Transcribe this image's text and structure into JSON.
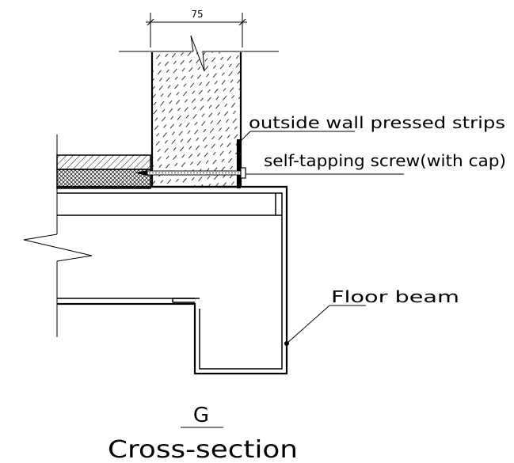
{
  "drawing": {
    "dimension": "75",
    "labels": {
      "strips": "outside wall pressed strips",
      "screw": "self-tapping screw(with cap)",
      "beam": "Floor beam"
    },
    "caption": {
      "mark": "G",
      "title": "Cross-section"
    }
  }
}
